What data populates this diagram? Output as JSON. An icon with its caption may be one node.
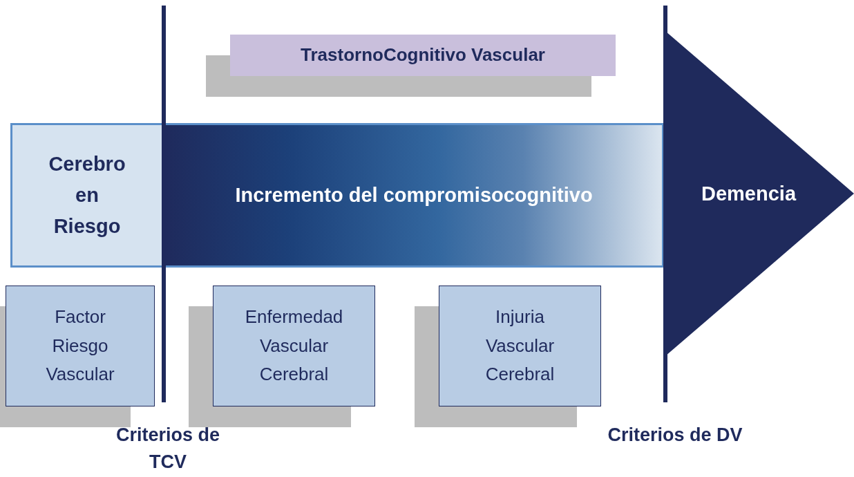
{
  "diagram": {
    "nodes": [
      {
        "text": [
          "TrastornoCognitivo Vascular"
        ]
      },
      {
        "text": [
          "Cerebro en Riesgo"
        ]
      },
      {
        "text": [
          "Incremento del compromisocognitivo"
        ]
      },
      {
        "text": [
          "Demencia"
        ]
      },
      {
        "text": [
          "Factor Riesgo Vascular"
        ]
      },
      {
        "text": [
          "Enfermedad Vascular Cerebral"
        ]
      },
      {
        "text": [
          "Injuria Vascular Cerebral"
        ]
      }
    ],
    "labels": [
      "Criterios de TCV",
      "Criterios de DV"
    ]
  }
}
